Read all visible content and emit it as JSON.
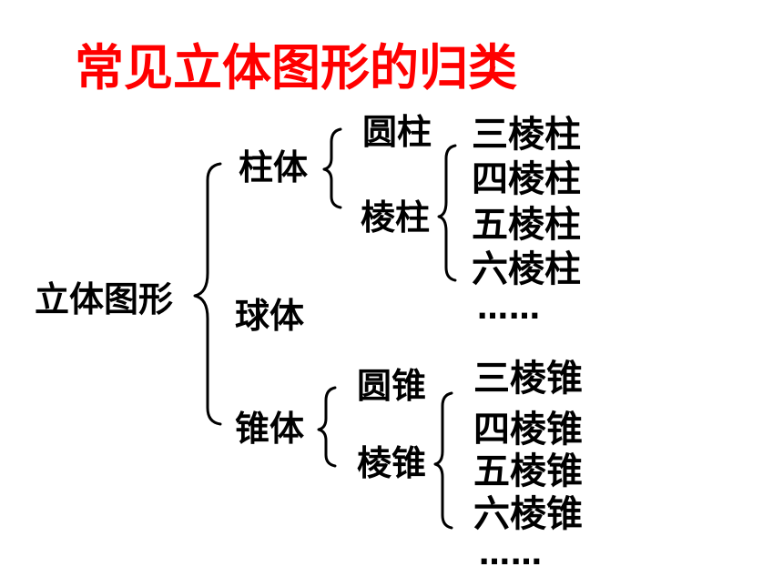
{
  "title": "常见立体图形的归类",
  "root": "立体图形",
  "categories": {
    "column": "柱体",
    "sphere": "球体",
    "cone": "锥体"
  },
  "column_types": {
    "cylinder": "圆柱",
    "prism": "棱柱"
  },
  "prisms": [
    "三棱柱",
    "四棱柱",
    "五棱柱",
    "六棱柱",
    "……"
  ],
  "cone_types": {
    "circular_cone": "圆锥",
    "pyramid": "棱锥"
  },
  "pyramids": [
    "三棱锥",
    "四棱锥",
    "五棱锥",
    "六棱锥",
    "……"
  ]
}
